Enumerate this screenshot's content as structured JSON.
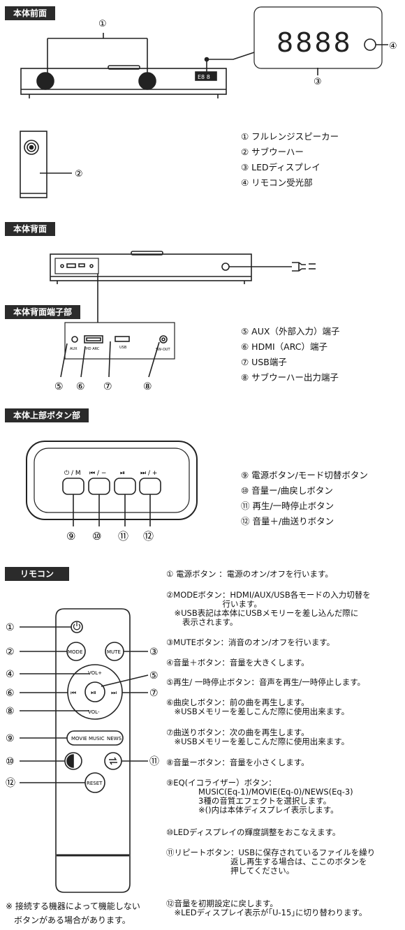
{
  "sections": {
    "front": "本体前面",
    "back": "本体背面",
    "back_ports": "本体背面端子部",
    "top_buttons": "本体上部ボタン部",
    "remote": "リモコン"
  },
  "markers": [
    "①",
    "②",
    "③",
    "④",
    "⑤",
    "⑥",
    "⑦",
    "⑧",
    "⑨",
    "⑩",
    "⑪",
    "⑫"
  ],
  "front_display": {
    "digits": "8888",
    "small": "E8 8"
  },
  "front_list": [
    "① フルレンジスピーカー",
    "② サブウーハー",
    "③ LEDディスプレイ",
    "④ リモコン受光部"
  ],
  "port_labels": {
    "aux": "AUX",
    "hdmi": "HD ARC",
    "usb": "USB",
    "sub": "SW-OUT"
  },
  "port_list": [
    "⑤ AUX（外部入力）端子",
    "⑥ HDMI（ARC）端子",
    "⑦ USB端子",
    "⑧ サブウーハー出力端子"
  ],
  "top_button_labels": [
    "⏻ / M",
    "⏮ / −",
    "⏯",
    "⏭ / +"
  ],
  "top_list": [
    "⑨ 電源ボタン/モード切替ボタン",
    "⑩ 音量ー/曲戻しボタン",
    "⑪ 再生/一時停止ボタン",
    "⑫ 音量＋/曲送りボタン"
  ],
  "remote_buttons": {
    "mode": "MODE",
    "mute": "MUTE",
    "vol_up": "VOL+",
    "vol_down": "VOL-",
    "movie": "MOVIE",
    "music": "MUSIC",
    "news": "NEWS",
    "reset": "RESET"
  },
  "remote_desc": [
    [
      "① 電源ボタン ：電源のオン/オフを行います。"
    ],
    [
      "②MODEボタン：HDMI/AUX/USB各モードの入力切替を",
      "　　　　　　　行います。",
      "　※USB表記は本体にUSBメモリーを差し込んだ際に",
      "　　表示されます。"
    ],
    [
      "③MUTEボタン：消音のオン/オフを行います。"
    ],
    [
      "④音量＋ボタン：音量を大きくします。"
    ],
    [
      "⑤再生/ 一時停止ボタン：音声を再生/一時停止します。"
    ],
    [
      "⑥曲戻しボタン：前の曲を再生します。",
      "　※USBメモリーを差しこんだ際に使用出来ます。"
    ],
    [
      "⑦曲送りボタン：次の曲を再生します。",
      "　※USBメモリーを差しこんだ際に使用出来ます。"
    ],
    [
      "⑧音量ーボタン：音量を小さくします。"
    ],
    [
      "⑨EQ(イコライザー）ボタン：",
      "　　　　MUSIC(Eq-1)/MOVIE(Eq-0)/NEWS(Eq-3)",
      "　　　　3種の音質エフェクトを選択します。",
      "　　　　※()内は本体ディスプレイ表示します。"
    ],
    [
      "⑩LEDディスプレイの輝度調整をおこなえます。"
    ],
    [
      "⑪リピートボタン：USBに保存されているファイルを繰り",
      "　　　　　　　　返し再生する場合は、ここのボタンを",
      "　　　　　　　　押してください。"
    ],
    [
      "⑫音量を初期設定に戻します。",
      "　※LEDディスプレイ表示が｢U-15｣に切り替わります。"
    ]
  ],
  "note": [
    "※ 接続する機器によって機能しない",
    "　ボタンがある場合があります。"
  ]
}
